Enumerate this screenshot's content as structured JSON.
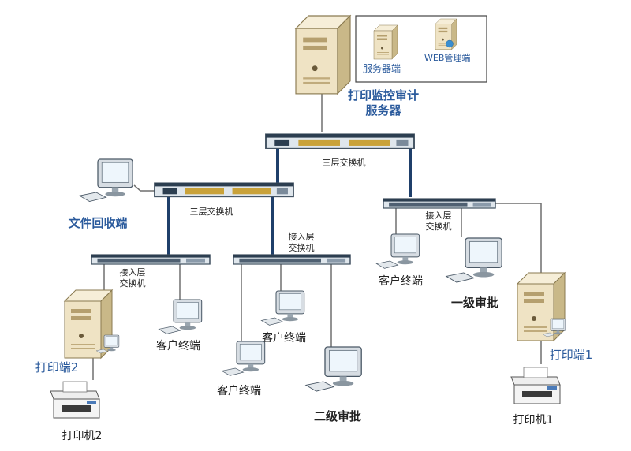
{
  "labels": {
    "server_title_1": "打印监控审计",
    "server_title_2": "服务器",
    "legend_server": "服务器端",
    "legend_web": "WEB管理端",
    "core_switch": "三层交换机",
    "mid_switch": "三层交换机",
    "access_right_1": "接入层",
    "access_right_2": "交换机",
    "access_mid_1": "接入层",
    "access_mid_2": "交换机",
    "access_left_1": "接入层",
    "access_left_2": "交换机",
    "file_recycle": "文件回收端",
    "client_1": "客户终端",
    "client_2": "客户终端",
    "client_3": "客户终端",
    "client_4": "客户终端",
    "level1": "一级审批",
    "level2": "二级审批",
    "print_end_1": "打印端1",
    "print_end_2": "打印端2",
    "printer_1": "打印机1",
    "printer_2": "打印机2"
  },
  "colors": {
    "blue_label": "#2a5a9c",
    "black_label": "#222222",
    "link_thick": "#1f3f6a",
    "link_thin": "#6f6f6f",
    "switch_body": "#e2e8ee",
    "switch_dark": "#2c3e50",
    "server_body": "#efe3c4"
  }
}
